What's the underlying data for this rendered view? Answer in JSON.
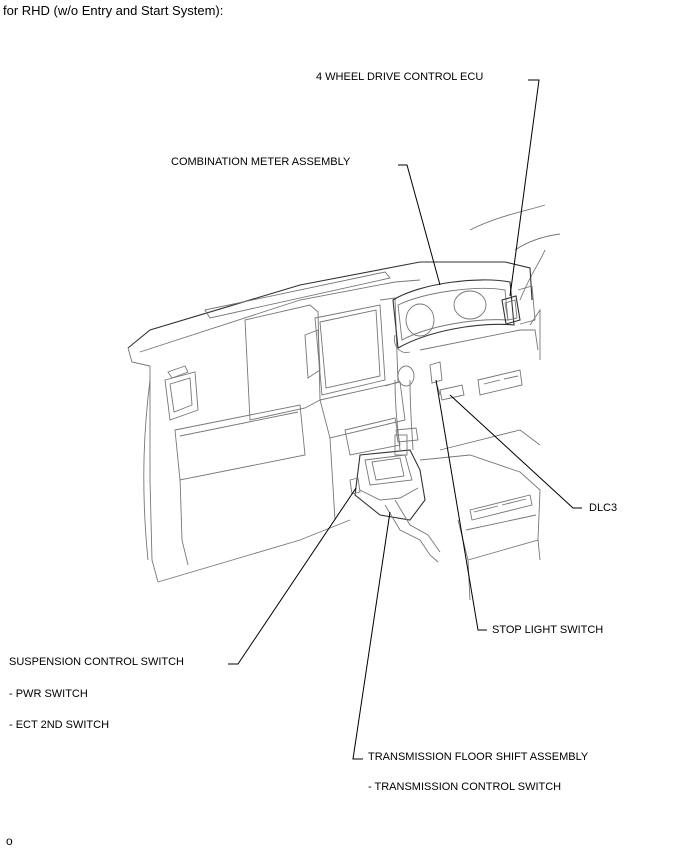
{
  "heading": "for RHD (w/o Entry and Start System):",
  "labels": {
    "four_wd_ecu": "4 WHEEL DRIVE CONTROL ECU",
    "combination_meter": "COMBINATION METER ASSEMBLY",
    "dlc3": "DLC3",
    "stop_light_switch": "STOP LIGHT SWITCH",
    "suspension_control_switch": "SUSPENSION CONTROL SWITCH",
    "pwr_switch": "- PWR SWITCH",
    "ect_2nd_switch": "- ECT 2ND SWITCH",
    "transmission_floor_shift": "TRANSMISSION FLOOR SHIFT ASSEMBLY",
    "transmission_control_switch": "- TRANSMISSION CONTROL SWITCH"
  },
  "footer_code": "o"
}
